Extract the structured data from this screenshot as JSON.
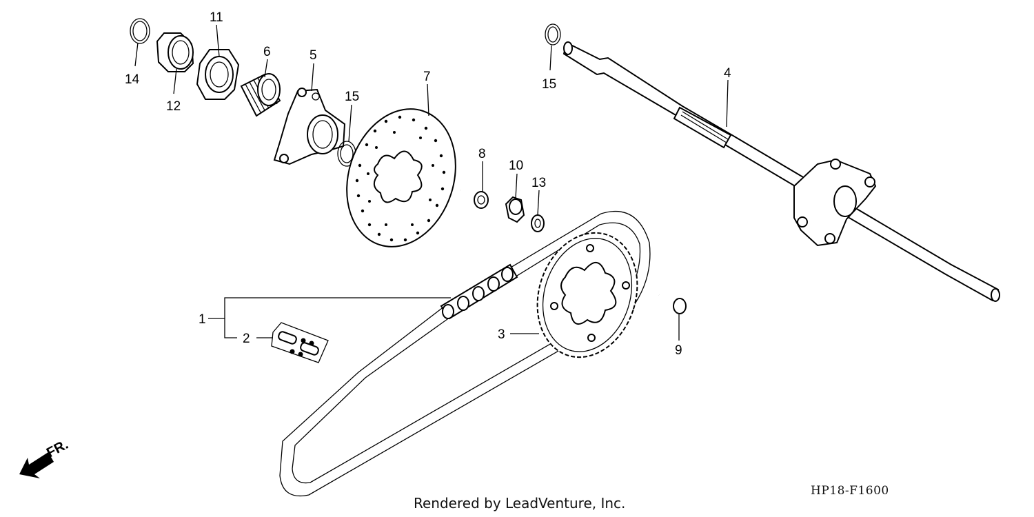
{
  "diagram": {
    "callouts": [
      {
        "id": "c14a",
        "text": "14"
      },
      {
        "id": "c12",
        "text": "12"
      },
      {
        "id": "c11",
        "text": "11"
      },
      {
        "id": "c6",
        "text": "6"
      },
      {
        "id": "c5",
        "text": "5"
      },
      {
        "id": "c15a",
        "text": "15"
      },
      {
        "id": "c7",
        "text": "7"
      },
      {
        "id": "c8",
        "text": "8"
      },
      {
        "id": "c10",
        "text": "10"
      },
      {
        "id": "c13",
        "text": "13"
      },
      {
        "id": "c15b",
        "text": "15"
      },
      {
        "id": "c4",
        "text": "4"
      },
      {
        "id": "c1",
        "text": "1"
      },
      {
        "id": "c2",
        "text": "2"
      },
      {
        "id": "c3",
        "text": "3"
      },
      {
        "id": "c9",
        "text": "9"
      }
    ],
    "direction_label": "FR.",
    "diagram_code": "HP18-F1600",
    "footer_text": "Rendered by LeadVenture, Inc."
  }
}
